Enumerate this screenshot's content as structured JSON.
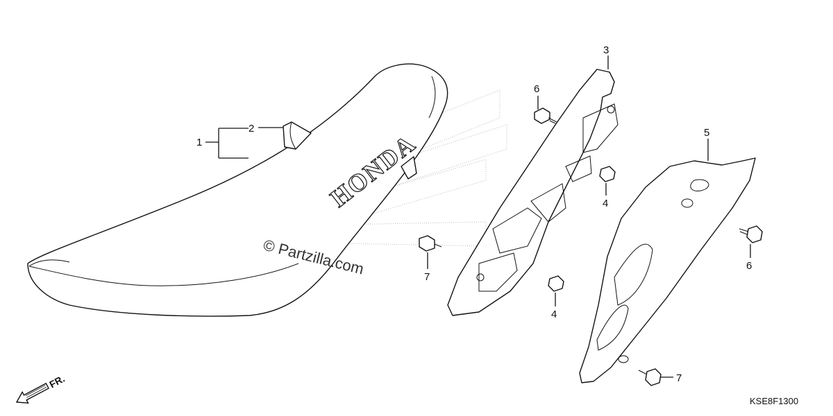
{
  "diagram": {
    "callouts": [
      {
        "id": "c1",
        "text": "1"
      },
      {
        "id": "c2",
        "text": "2"
      },
      {
        "id": "c3",
        "text": "3"
      },
      {
        "id": "c4a",
        "text": "4"
      },
      {
        "id": "c4b",
        "text": "4"
      },
      {
        "id": "c5",
        "text": "5"
      },
      {
        "id": "c6a",
        "text": "6"
      },
      {
        "id": "c6b",
        "text": "6"
      },
      {
        "id": "c7a",
        "text": "7"
      },
      {
        "id": "c7b",
        "text": "7"
      }
    ],
    "seat_logo_text": "HONDA",
    "watermark": "© Partzilla.com",
    "front_arrow_label": "FR.",
    "diagram_code": "KSE8F1300"
  }
}
